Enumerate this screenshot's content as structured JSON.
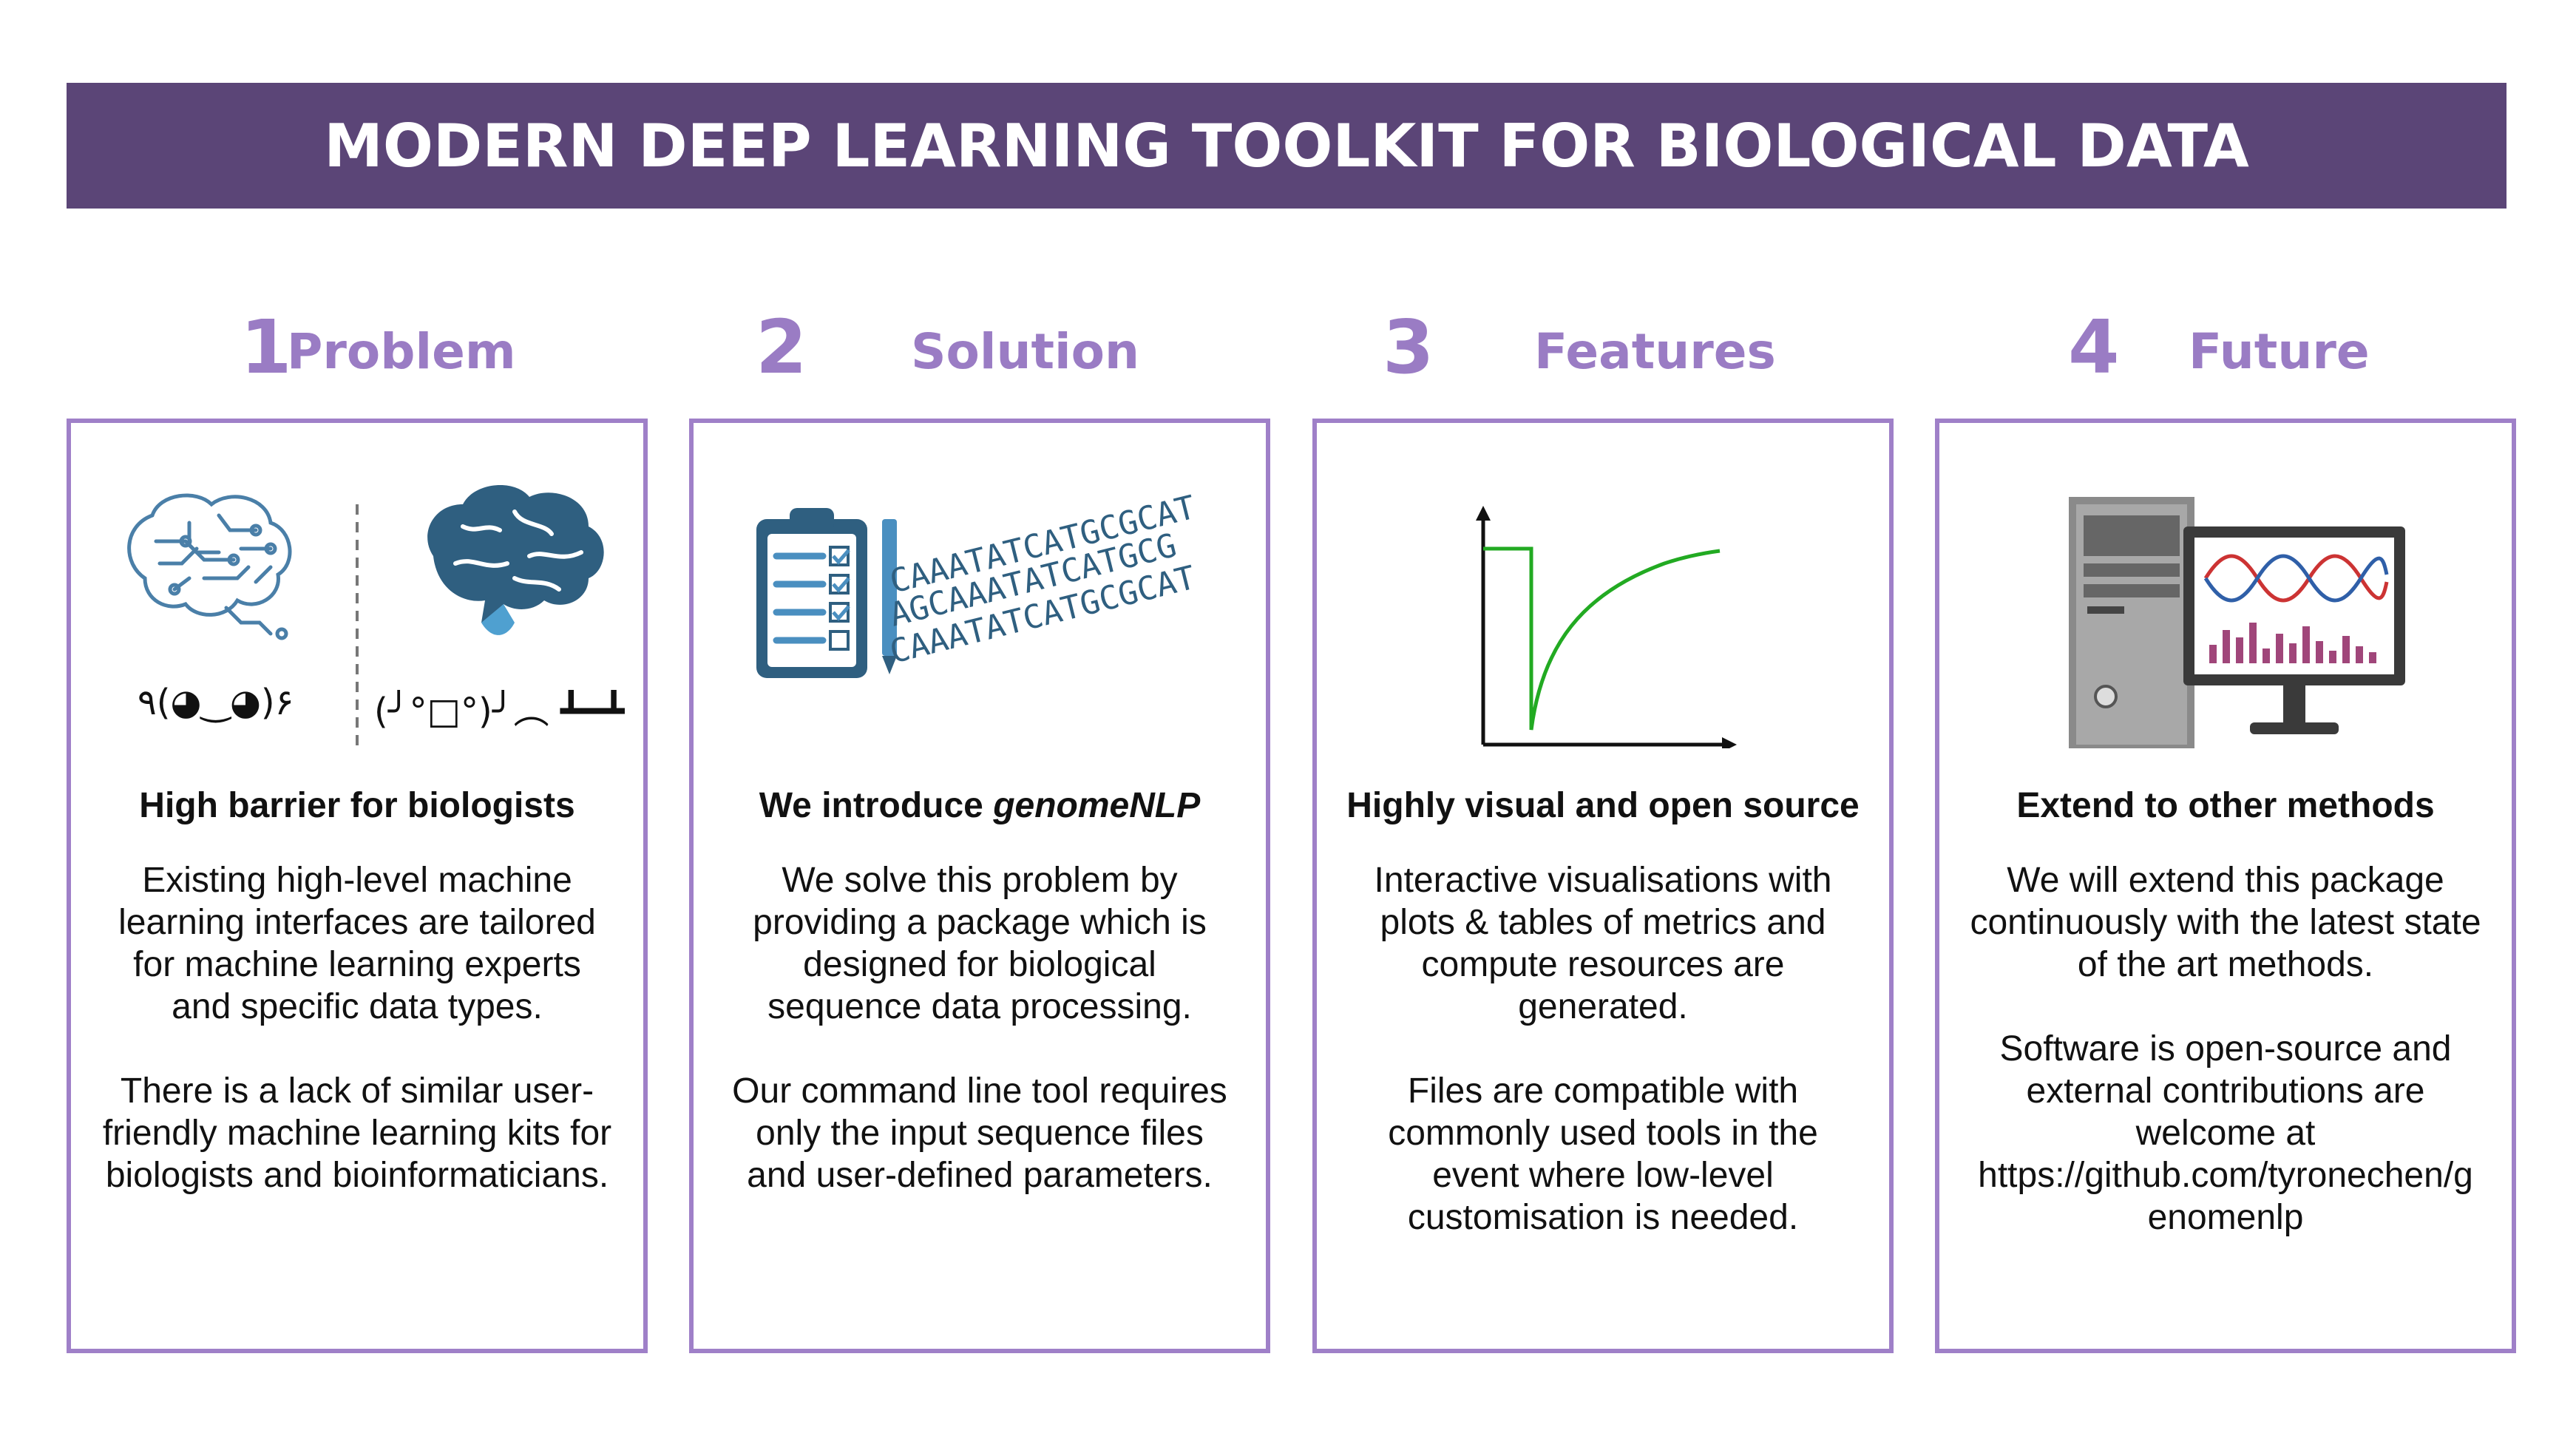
{
  "banner": {
    "title": "MODERN DEEP LEARNING TOOLKIT FOR BIOLOGICAL DATA"
  },
  "colors": {
    "banner": "#5b4577",
    "accent": "#9a7cc4",
    "panel_border": "#9f80c8",
    "brain": "#2f5f80",
    "green_curve": "#22aa22"
  },
  "columns": [
    {
      "number": "1",
      "name": "Problem",
      "icons": [
        "circuit-brain-icon",
        "brain-icon"
      ],
      "kaomoji": [
        "٩(◕‿◕)۶",
        "(╯°□°)╯︵ ┻━┻"
      ],
      "subtitle": "High barrier for biologists",
      "paragraphs": [
        "Existing high-level machine learning interfaces are tailored for machine learning experts and specific data types.",
        "There is a lack of similar user-friendly machine learning kits for biologists and bioinformaticians."
      ]
    },
    {
      "number": "2",
      "name": "Solution",
      "icons": [
        "clipboard-checklist-icon",
        "pen-icon"
      ],
      "dna_lines": [
        "CAAATATCATGCGCAT",
        "AGCAAATATCATGCG",
        "CAAATATCATGCGCAT"
      ],
      "subtitle_prefix": "We introduce ",
      "subtitle_em": "genomeNLP",
      "paragraphs": [
        "We solve this problem by providing a package which is designed for biological sequence data processing.",
        "Our command line tool requires only the input sequence files and user-defined parameters."
      ]
    },
    {
      "number": "3",
      "name": "Features",
      "icons": [
        "line-chart-icon"
      ],
      "subtitle": "Highly visual and open source",
      "paragraphs": [
        "Interactive visualisations with plots & tables of metrics and compute resources are generated.",
        "Files are compatible with commonly used tools in the event where low-level customisation is needed."
      ]
    },
    {
      "number": "4",
      "name": "Future",
      "icons": [
        "desktop-computer-icon"
      ],
      "subtitle": "Extend to other methods",
      "paragraphs": [
        "We will extend this package continuously with the latest state of the art methods.",
        "Software is open-source and external contributions are welcome at https://github.com/tyronechen/genomenlp"
      ]
    }
  ]
}
